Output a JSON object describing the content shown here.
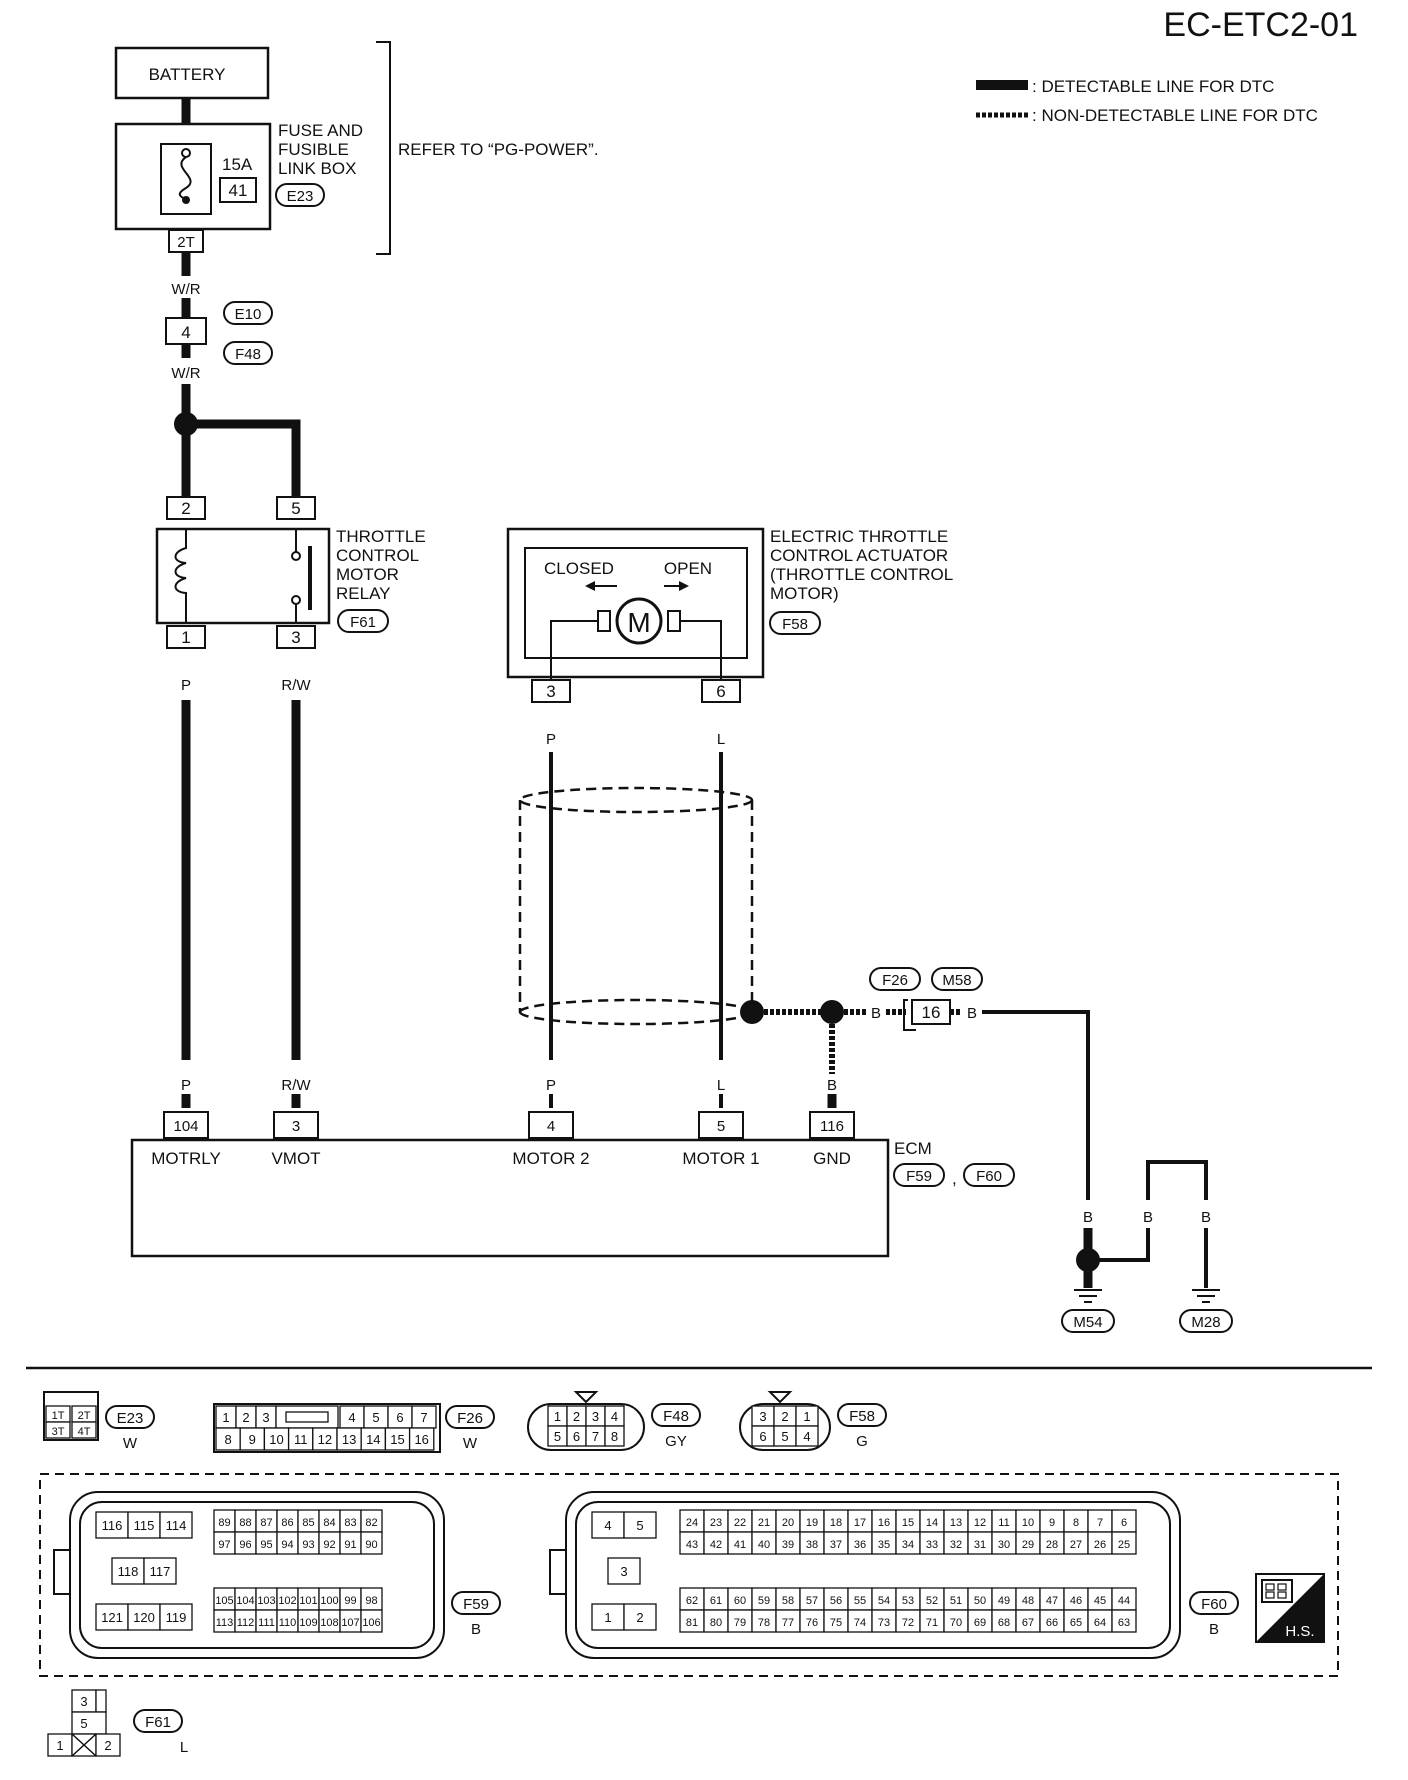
{
  "page_code": "EC-ETC2-01",
  "legend": {
    "detectable": ": DETECTABLE LINE FOR DTC",
    "non_detectable": ": NON-DETECTABLE LINE FOR DTC"
  },
  "battery": "BATTERY",
  "fuse_box": {
    "label_lines": [
      "FUSE AND",
      "FUSIBLE",
      "LINK BOX"
    ],
    "fuse_rating": "15A",
    "fuse_number": "41",
    "connector": "E23",
    "terminal": "2T"
  },
  "refer_note": "REFER TO “PG-POWER”.",
  "wire_wr_top": "W/R",
  "joint_connector": {
    "pin": "4",
    "upper": "E10",
    "lower": "F48"
  },
  "wire_wr_bottom": "W/R",
  "relay": {
    "label_lines": [
      "THROTTLE",
      "CONTROL",
      "MOTOR",
      "RELAY"
    ],
    "connector": "F61",
    "pin_coil_top": "2",
    "pin_switch_top": "5",
    "pin_coil_bottom": "1",
    "pin_switch_bottom": "3",
    "wire_left": "P",
    "wire_right": "R/W"
  },
  "actuator": {
    "label_lines": [
      "ELECTRIC THROTTLE",
      "CONTROL ACTUATOR",
      "(THROTTLE CONTROL",
      "MOTOR)"
    ],
    "connector": "F58",
    "closed": "CLOSED",
    "open": "OPEN",
    "motor_symbol": "M",
    "pin_left": "3",
    "pin_right": "6",
    "wire_left": "P",
    "wire_right": "L"
  },
  "shield_ground": {
    "wire": "B",
    "connector_upper": "F26",
    "connector_lower": "M58",
    "pin": "16",
    "wire_after": "B"
  },
  "ecm": {
    "label": "ECM",
    "connector_a": "F59",
    "separator": ",",
    "connector_b": "F60",
    "terminals": [
      {
        "pin": "104",
        "name": "MOTRLY",
        "wire": "P"
      },
      {
        "pin": "3",
        "name": "VMOT",
        "wire": "R/W"
      },
      {
        "pin": "4",
        "name": "MOTOR 2",
        "wire": "P"
      },
      {
        "pin": "5",
        "name": "MOTOR 1",
        "wire": "L"
      },
      {
        "pin": "116",
        "name": "GND",
        "wire": "B"
      }
    ]
  },
  "grounds": {
    "wire_left": "B",
    "wire_mid": "B",
    "wire_right": "B",
    "ground_left": "M54",
    "ground_right": "M28"
  },
  "connector_views": {
    "e23": {
      "code": "E23",
      "color": "W",
      "top": [
        "1T",
        "2T"
      ],
      "bottom": [
        "3T",
        "4T"
      ]
    },
    "f26": {
      "code": "F26",
      "color": "W",
      "top": [
        "1",
        "2",
        "3",
        "4",
        "5",
        "6",
        "7"
      ],
      "bottom": [
        "8",
        "9",
        "10",
        "11",
        "12",
        "13",
        "14",
        "15",
        "16"
      ]
    },
    "f48": {
      "code": "F48",
      "color": "GY",
      "top": [
        "1",
        "2",
        "3",
        "4"
      ],
      "bottom": [
        "5",
        "6",
        "7",
        "8"
      ]
    },
    "f58": {
      "code": "F58",
      "color": "G",
      "top": [
        "3",
        "2",
        "1"
      ],
      "bottom": [
        "6",
        "5",
        "4"
      ]
    },
    "f59": {
      "code": "F59",
      "color": "B",
      "left_top": [
        "116",
        "115",
        "114"
      ],
      "left_mid": [
        "118",
        "117"
      ],
      "left_bottom": [
        "121",
        "120",
        "119"
      ],
      "right_r1": [
        "89",
        "88",
        "87",
        "86",
        "85",
        "84",
        "83",
        "82"
      ],
      "right_r2": [
        "97",
        "96",
        "95",
        "94",
        "93",
        "92",
        "91",
        "90"
      ],
      "right_r3": [
        "105",
        "104",
        "103",
        "102",
        "101",
        "100",
        "99",
        "98"
      ],
      "right_r4": [
        "113",
        "112",
        "111",
        "110",
        "109",
        "108",
        "107",
        "106"
      ]
    },
    "f60": {
      "code": "F60",
      "color": "B",
      "left_top": [
        "4",
        "5"
      ],
      "left_mid": [
        "3"
      ],
      "left_bottom": [
        "1",
        "2"
      ],
      "r1": [
        "24",
        "23",
        "22",
        "21",
        "20",
        "19",
        "18",
        "17",
        "16",
        "15",
        "14",
        "13",
        "12",
        "11",
        "10",
        "9",
        "8",
        "7",
        "6"
      ],
      "r2": [
        "43",
        "42",
        "41",
        "40",
        "39",
        "38",
        "37",
        "36",
        "35",
        "34",
        "33",
        "32",
        "31",
        "30",
        "29",
        "28",
        "27",
        "26",
        "25"
      ],
      "r3": [
        "62",
        "61",
        "60",
        "59",
        "58",
        "57",
        "56",
        "55",
        "54",
        "53",
        "52",
        "51",
        "50",
        "49",
        "48",
        "47",
        "46",
        "45",
        "44"
      ],
      "r4": [
        "81",
        "80",
        "79",
        "78",
        "77",
        "76",
        "75",
        "74",
        "73",
        "72",
        "71",
        "70",
        "69",
        "68",
        "67",
        "66",
        "65",
        "64",
        "63"
      ]
    },
    "f61": {
      "code": "F61",
      "color": "L",
      "top": "3",
      "mid": "5",
      "left": "1",
      "right": "2"
    }
  },
  "hs_badge": "H.S."
}
